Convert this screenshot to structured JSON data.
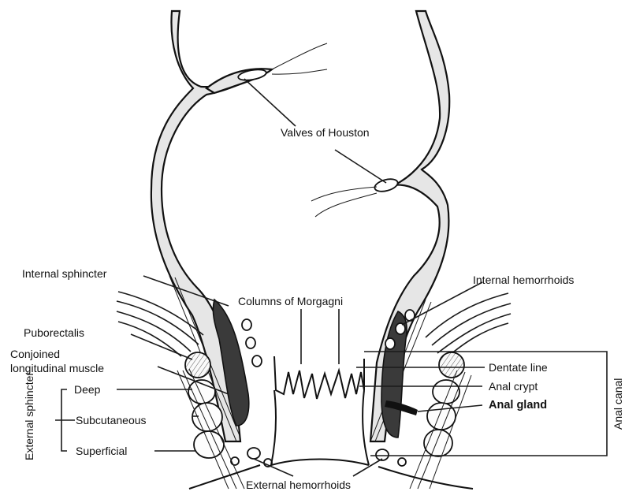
{
  "labels": {
    "valves_of_houston": "Valves of Houston",
    "internal_sphincter": "Internal sphincter",
    "columns_of_morgagni": "Columns of Morgagni",
    "internal_hemorrhoids": "Internal hemorrhoids",
    "puborectalis": "Puborectalis",
    "conjoined_line1": "Conjoined",
    "conjoined_line2": "longitudinal muscle",
    "dentate_line": "Dentate line",
    "anal_crypt": "Anal crypt",
    "anal_gland": "Anal gland",
    "anal_canal": "Anal canal",
    "external_sphincter": "External sphincter",
    "deep": "Deep",
    "subcutaneous": "Subcutaneous",
    "superficial": "Superficial",
    "external_hemorrhoids": "External hemorrhoids"
  }
}
